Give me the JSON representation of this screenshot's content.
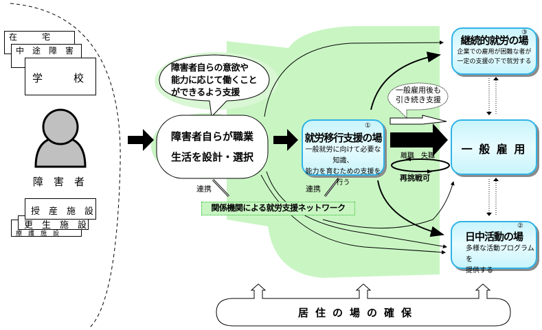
{
  "left_group": {
    "cards_top": [
      "在　　　宅",
      "中　途　障　害",
      "学　　　校"
    ],
    "person_label": "障　害　者",
    "cards_bottom": [
      "授　産　施　設",
      "更　生　施　設",
      "療　護　施　設"
    ]
  },
  "bubble": {
    "text_lines": [
      "障害者自らの意欲や",
      "能力に応じて働くこと",
      "ができるよう支援"
    ]
  },
  "decide_box": {
    "lines": [
      "障害者自らが職業",
      "生活を設計・選択"
    ]
  },
  "collab_label_left": "連携",
  "collab_label_right": "連携",
  "network_label": "関係機関による就労支援ネットワーク",
  "transition_place": {
    "number": "①",
    "title": "就労移行支援の場",
    "desc_lines": [
      "一般就労に向けて必要な知識、",
      "能力を育むための支援を行う"
    ]
  },
  "continued_support_bubble": {
    "lines": [
      "一般雇用後も",
      "引き続き支援"
    ]
  },
  "job_loss_label": "離職　失職",
  "retry_label": "再挑戦可",
  "general_employment": {
    "title": "一 般 雇 用"
  },
  "continuous_place": {
    "number": "③",
    "title": "継続的就労の場",
    "desc_lines": [
      "企業での雇用が困難な者が",
      "一定の支援の下で就労する"
    ]
  },
  "daytime_place": {
    "number": "②",
    "title": "日中活動の場",
    "desc_lines": [
      "多様な活動プログラムを",
      "提供する"
    ]
  },
  "residence_label": "居住の場の確保",
  "colors": {
    "green_area": "#c9f5c3",
    "place_border": "#2fb2e6",
    "place_fill": "#d8f8fd",
    "person_fill": "#c0c0c0"
  }
}
